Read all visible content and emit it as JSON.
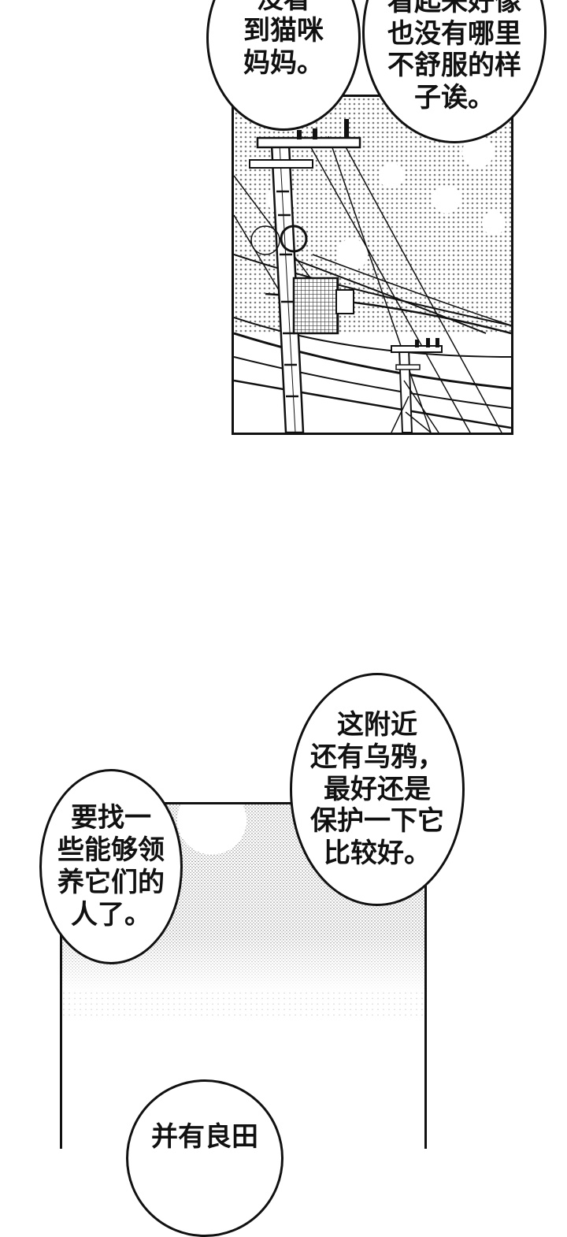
{
  "bubbles": [
    {
      "lines": [
        "没看",
        "到猫咪",
        "妈妈。"
      ]
    },
    {
      "lines": [
        "看起来好像",
        "也没有哪里",
        "不舒服的样",
        "子诶。"
      ]
    },
    {
      "lines": [
        "这附近",
        "还有乌鸦，",
        "最好还是",
        "保护一下它",
        "比较好。"
      ]
    },
    {
      "lines": [
        "要找一",
        "些能够领",
        "养它们的",
        "人了。"
      ]
    },
    {
      "lines": [
        "并有良田"
      ]
    }
  ],
  "colors": {
    "ink": "#111111",
    "paper": "#ffffff"
  }
}
